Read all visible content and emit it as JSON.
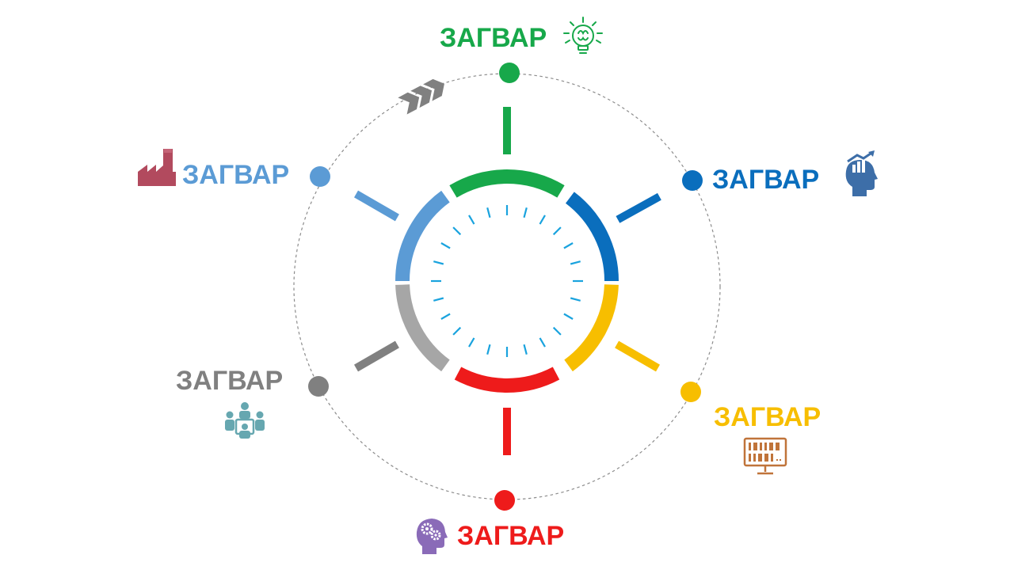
{
  "colors": {
    "green": "#17a84a",
    "blue": "#0a6ebd",
    "light_blue": "#5b9bd5",
    "yellow": "#f7be00",
    "red": "#ee1b1b",
    "gray": "#808080",
    "light_gray": "#a6a6a6",
    "tick": "#1aa3de",
    "factory_red": "#b24a5e",
    "meeting_teal": "#66a7b0",
    "monitor_orange": "#c0743a",
    "head_purple": "#8a6bb8",
    "head_blue": "#3d6ea8"
  },
  "nodes": [
    {
      "id": "top",
      "label": "ЗАГВАР",
      "color": "green",
      "icon": "lightbulb-brain-icon"
    },
    {
      "id": "top-right",
      "label": "ЗАГВАР",
      "color": "blue",
      "icon": "head-chart-icon"
    },
    {
      "id": "bottom-right",
      "label": "ЗАГВАР",
      "color": "yellow",
      "icon": "binary-monitor-icon"
    },
    {
      "id": "bottom",
      "label": "ЗАГВАР",
      "color": "red",
      "icon": "head-gears-icon"
    },
    {
      "id": "bottom-left",
      "label": "ЗАГВАР",
      "color": "gray",
      "icon": "meeting-people-icon"
    },
    {
      "id": "top-left",
      "label": "ЗАГВАР",
      "color": "light_blue",
      "icon": "factory-icon"
    }
  ],
  "decorations": {
    "arrow_icon": "chevrons-right-icon"
  }
}
